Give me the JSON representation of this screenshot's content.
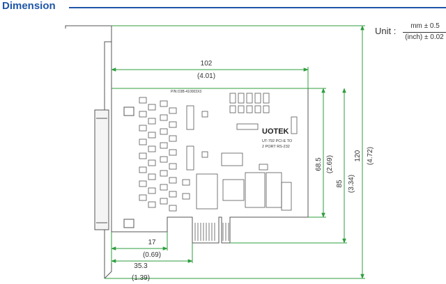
{
  "header": {
    "title": "Dimension"
  },
  "unit": {
    "label": "Unit :",
    "mm": "mm ± 0.5",
    "inch": "(inch) ± 0.02"
  },
  "dimensions": {
    "width_top": {
      "mm": "102",
      "inch": "(4.01)"
    },
    "height_68": {
      "mm": "68.5",
      "inch": "(2.69)"
    },
    "height_85": {
      "mm": "85",
      "inch": "(3.34)"
    },
    "height_120": {
      "mm": "120",
      "inch": "(4.72)"
    },
    "offset_17": {
      "mm": "17",
      "inch": "(0.69)"
    },
    "offset_35": {
      "mm": "35.3",
      "inch": "(1.39)"
    }
  },
  "board": {
    "brand": "UOTEK",
    "model_line1": "UT-792  PCI-E  TO",
    "model_line2": "2 PORT  RS-232",
    "part_number": "P/N:O3B-410003X3"
  },
  "colors": {
    "accent": "#1f55a8",
    "dim_line": "#2e9e3e",
    "board_line": "#555555"
  }
}
